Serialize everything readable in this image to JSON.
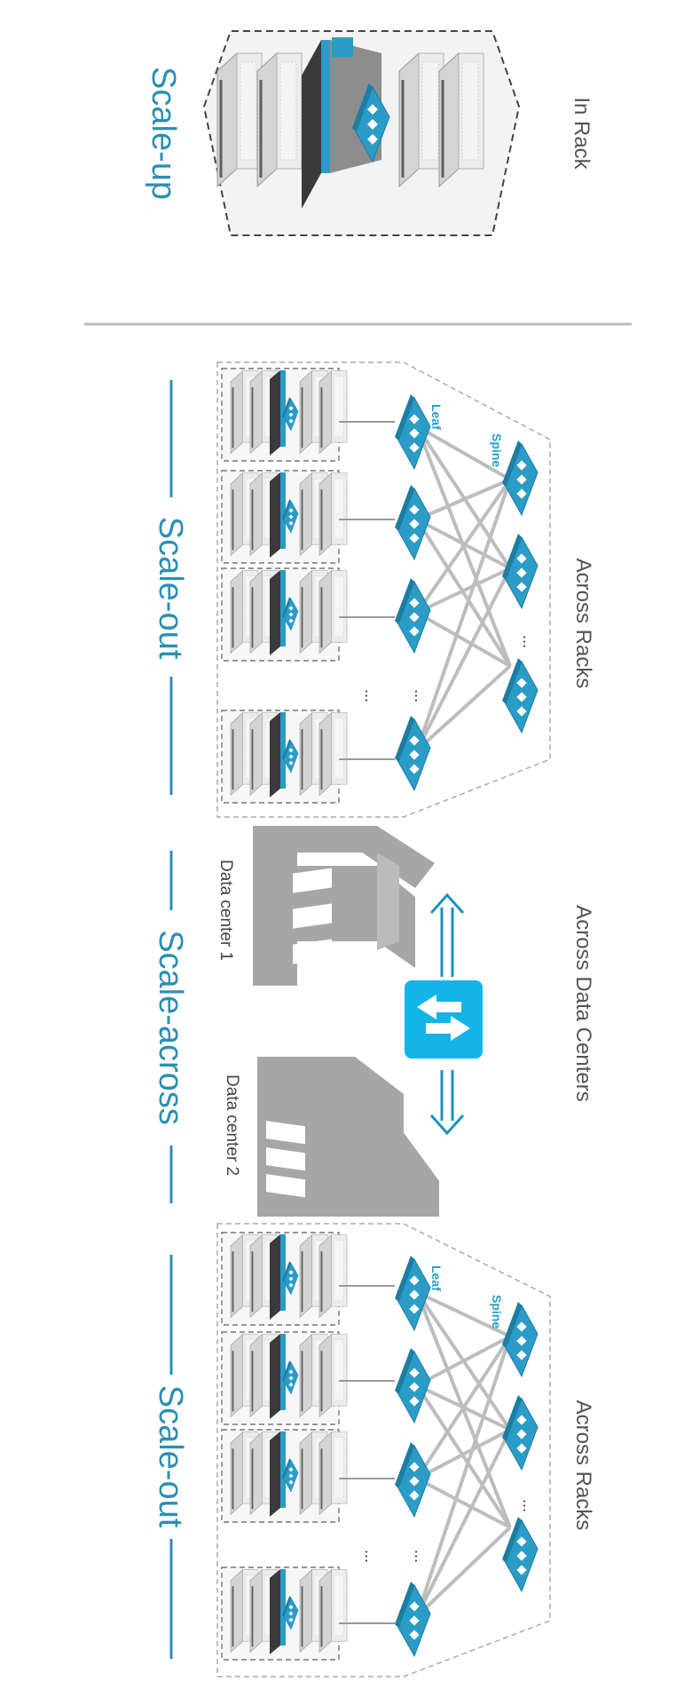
{
  "sections": {
    "scale_up": {
      "title": "Scale-up",
      "subtitle": "In Rack"
    },
    "scale_out_1": {
      "title": "Scale-out",
      "subtitle": "Across Racks",
      "leaf_label": "Leaf",
      "spine_label": "Spine"
    },
    "scale_across": {
      "title": "Scale-across",
      "subtitle": "Across Data Centers",
      "dc1_label": "Data center 1",
      "dc2_label": "Data center 2"
    },
    "scale_out_2": {
      "title": "Scale-out",
      "subtitle": "Across Racks",
      "leaf_label": "Leaf",
      "spine_label": "Spine"
    }
  },
  "ellipsis": "...",
  "colors": {
    "accent": "#2b8fb3",
    "switch": "#2a9cc7",
    "router": "#14b4e6",
    "gray": "#a6a6a6",
    "divider": "#bdbdbd"
  }
}
